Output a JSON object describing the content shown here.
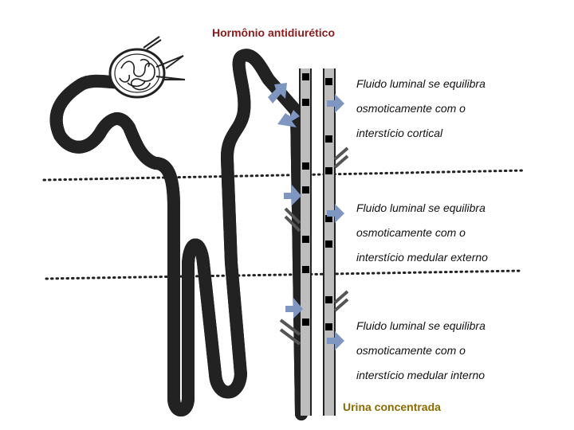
{
  "title": "Hormônio antidiurético",
  "captions": [
    {
      "line1": "Fluido luminal se equilibra",
      "line2": "osmoticamente com o",
      "line3": "interstício cortical"
    },
    {
      "line1": "Fluido luminal se equilibra",
      "line2": "osmoticamente com o",
      "line3": "interstício medular externo"
    },
    {
      "line1": "Fluido luminal se equilibra",
      "line2": "osmoticamente com o",
      "line3": "interstício medular interno"
    }
  ],
  "output_label": "Urina concentrada",
  "colors": {
    "title": "#8b1a1a",
    "output_label": "#8a6a00",
    "arrow": "#7f96c0",
    "tubule": "#222222",
    "duct_fill": "#bdbdbd",
    "channel": "#000000"
  }
}
